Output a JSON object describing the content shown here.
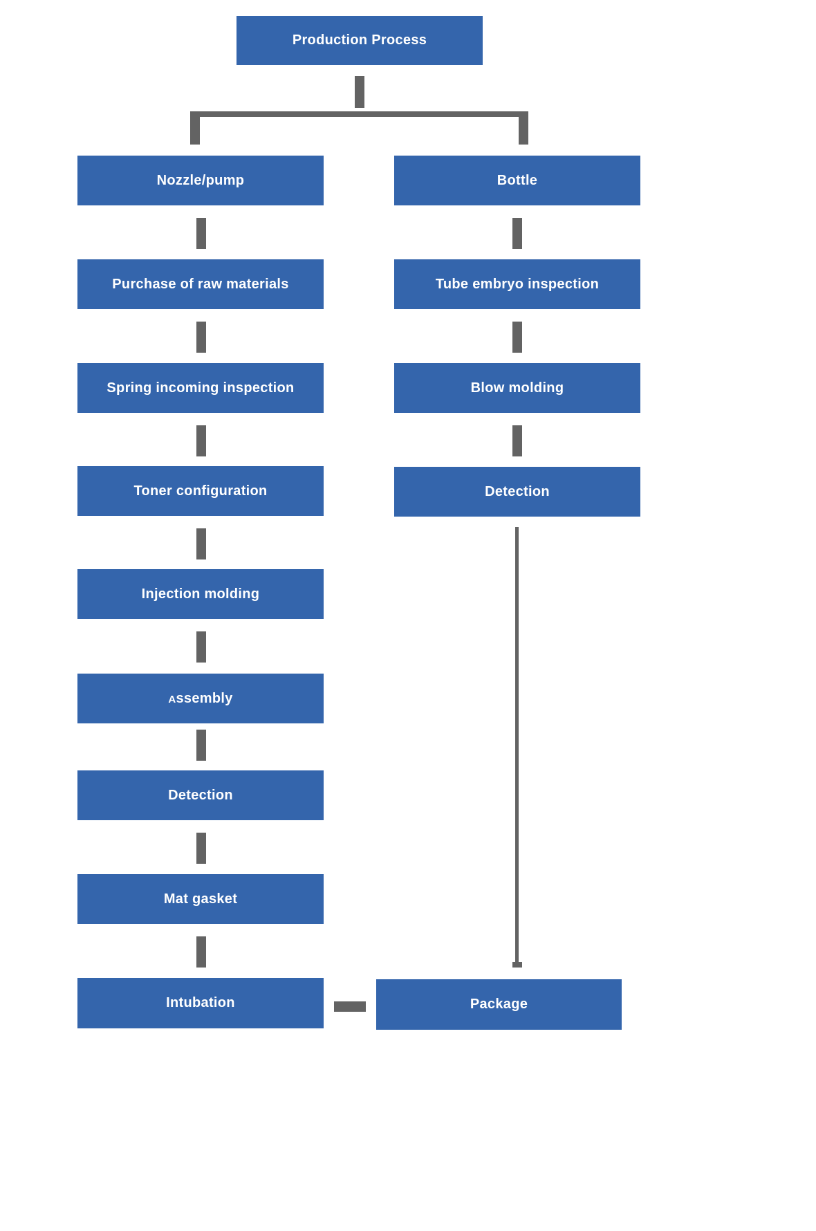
{
  "palette": {
    "box_blue": "#3465ac",
    "connector_gray": "#636363",
    "label_text": "#ffffff",
    "background": "#ffffff"
  },
  "flowchart": {
    "root": {
      "label": "Production Process"
    },
    "branches": {
      "nozzle_pump": {
        "steps": [
          {
            "label": "Nozzle/pump"
          },
          {
            "label": "Purchase of raw materials"
          },
          {
            "label": "Spring incoming inspection"
          },
          {
            "label": "Toner configuration"
          },
          {
            "label": "Injection molding"
          },
          {
            "label": "Assembly"
          },
          {
            "label": "Detection"
          },
          {
            "label": "Mat gasket"
          },
          {
            "label": "Intubation"
          }
        ]
      },
      "bottle": {
        "steps": [
          {
            "label": "Bottle"
          },
          {
            "label": "Tube embryo inspection"
          },
          {
            "label": "Blow molding"
          },
          {
            "label": "Detection"
          }
        ]
      }
    },
    "merge_step": {
      "label": "Package"
    }
  }
}
